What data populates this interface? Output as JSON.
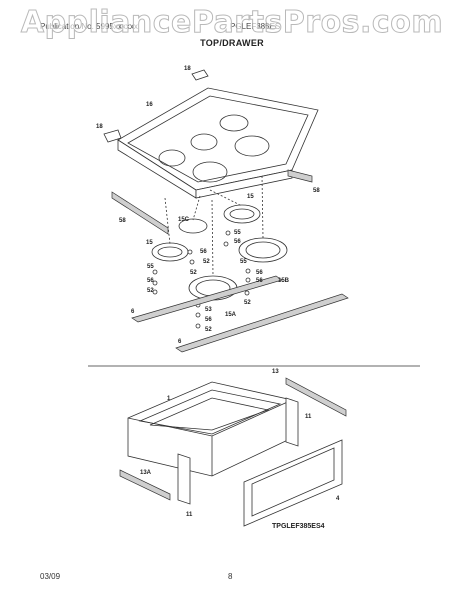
{
  "header": {
    "watermark": "AppliancePartsPros.com",
    "publication": "Publication No. 5995xxxxxx",
    "model": "PGLEF385ES",
    "title": "TOP/DRAWER"
  },
  "diagram": {
    "code": "TPGLEF385ES4",
    "callouts": [
      "18",
      "16",
      "18",
      "58",
      "15",
      "58",
      "15C",
      "55",
      "56",
      "15",
      "56",
      "52",
      "52",
      "56",
      "55",
      "56",
      "52",
      "55",
      "56",
      "15B",
      "52",
      "6",
      "53",
      "56",
      "52",
      "15A",
      "6",
      "13",
      "1",
      "11",
      "13A",
      "11",
      "4"
    ]
  },
  "footer": {
    "date": "03/09",
    "page": "8"
  }
}
